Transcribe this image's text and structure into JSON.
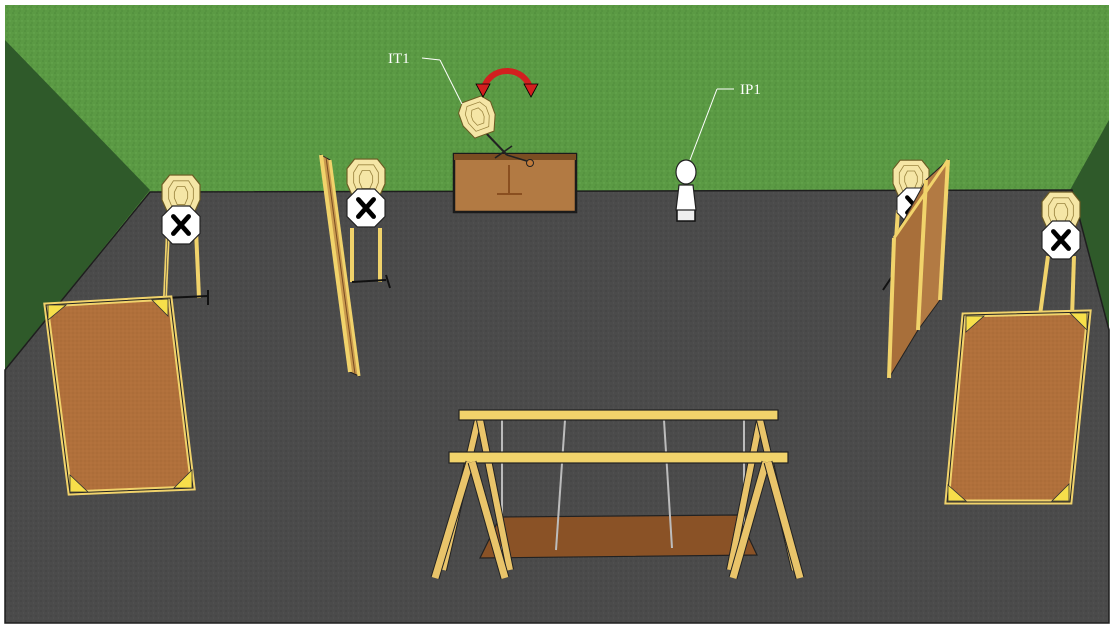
{
  "callouts": {
    "it1": "IT1",
    "ip1": "IP1"
  },
  "no_shoot_mark": "X",
  "colors": {
    "grass": "#5b9a44",
    "grass_side": "#2f5a2a",
    "floor": "#4b4b4b",
    "wood": "#f3d98a",
    "panel": "#b0703b",
    "arrow": "#d21f1f",
    "target_paper": "#f5e6a6"
  },
  "icons": [
    "paper-target-icon",
    "no-shoot-icon",
    "rotating-arrow-icon",
    "popper-icon"
  ]
}
